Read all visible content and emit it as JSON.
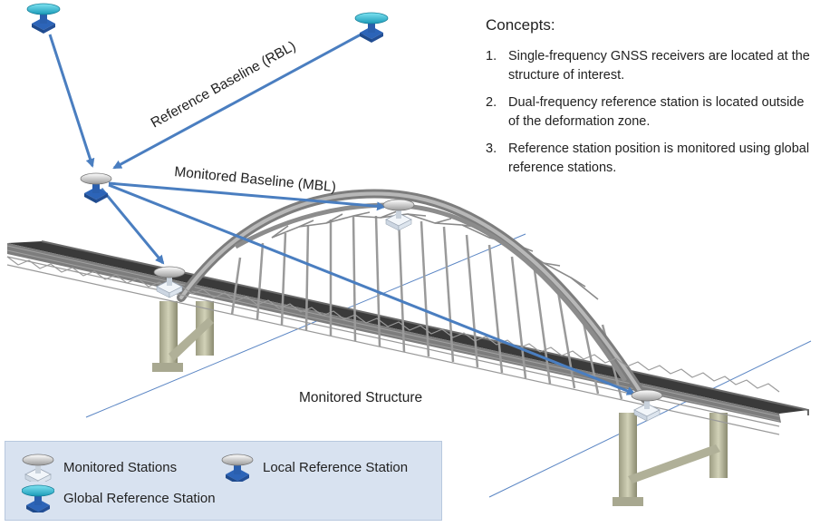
{
  "labels": {
    "reference_baseline": "Reference Baseline (RBL)",
    "monitored_baseline": "Monitored Baseline (MBL)",
    "monitored_structure": "Monitored Structure"
  },
  "concepts": {
    "title": "Concepts:",
    "items": [
      {
        "num": "1.",
        "text": "Single-frequency GNSS receivers are located at the structure of interest."
      },
      {
        "num": "2.",
        "text": "Dual-frequency  reference station is located outside of the deformation zone."
      },
      {
        "num": "3.",
        "text": "Reference station  position is monitored using global reference stations."
      }
    ]
  },
  "legend": {
    "monitored_stations": "Monitored Stations",
    "local_reference_station": "Local Reference Station",
    "global_reference_station": "Global Reference Station"
  },
  "colors": {
    "arrow_blue": "#4a7ec0",
    "global_cap": "#38c0d8",
    "station_blue": "#2c64b8",
    "monitored_base": "#e6edf4",
    "legend_bg": "#d8e2f0",
    "deck": "#3a3a3a",
    "steel": "#8d8d8d"
  },
  "icons": {
    "global_station": "global-reference-station-icon",
    "local_station": "local-reference-station-icon",
    "monitored_station": "monitored-station-icon"
  }
}
